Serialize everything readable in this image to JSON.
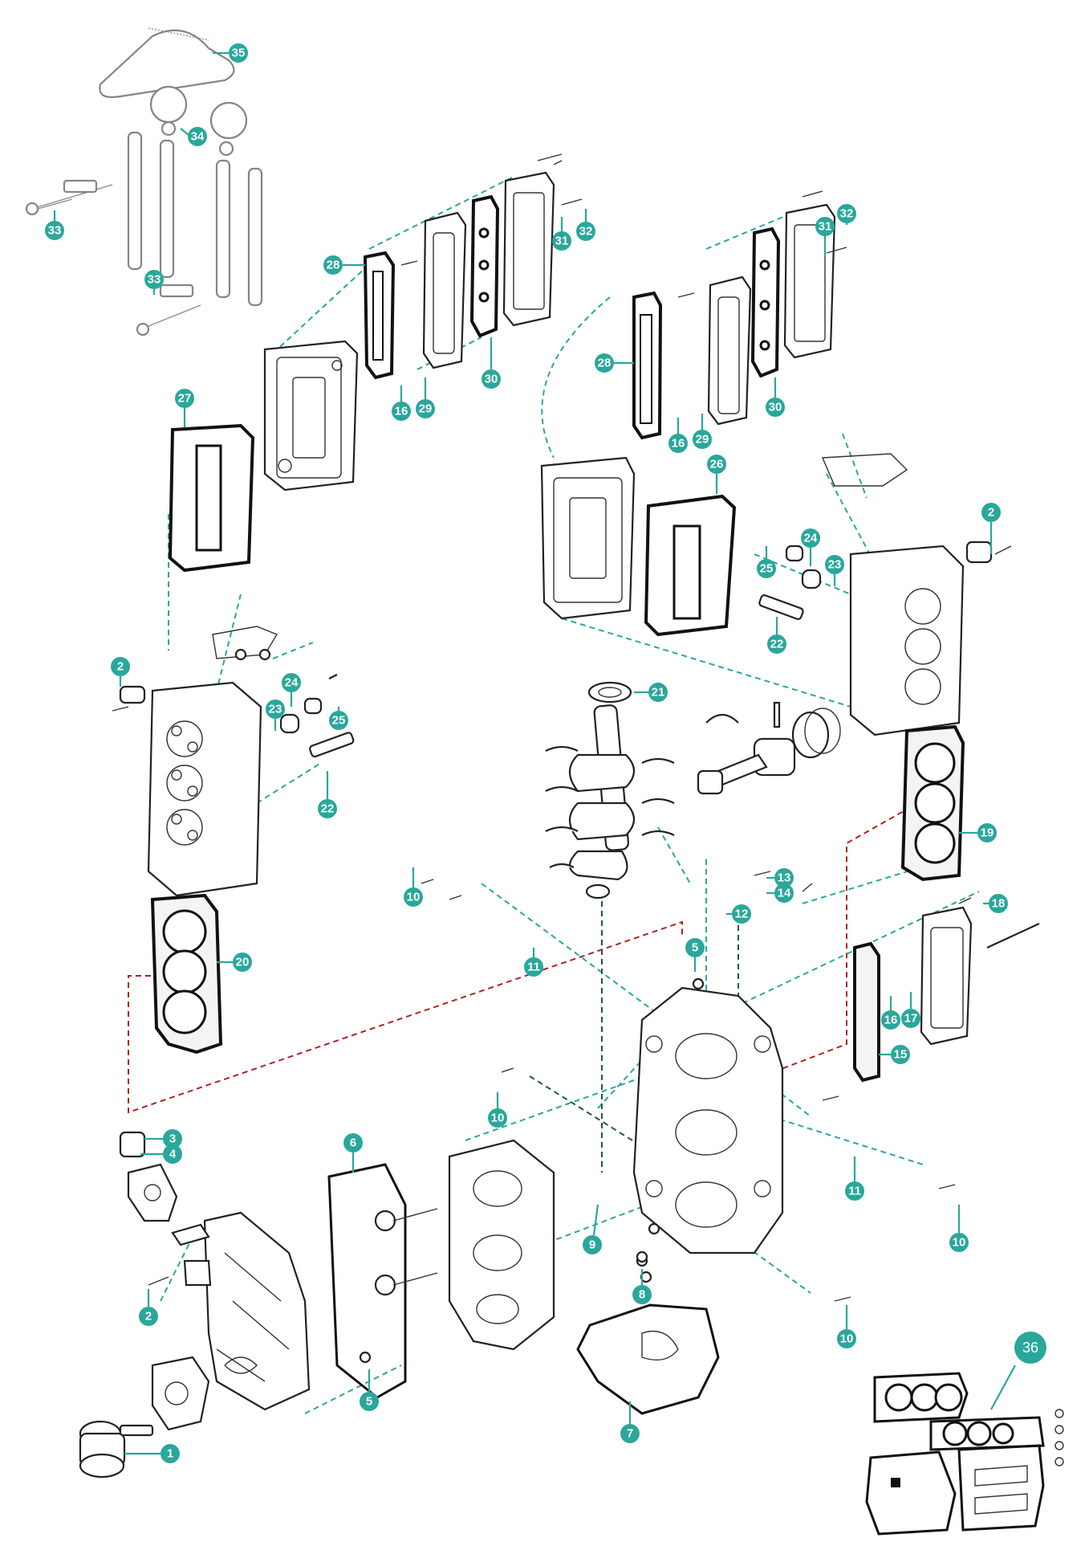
{
  "diagram": {
    "accent_color": "#2aa79b",
    "reference_line_color": "#b22222",
    "callout_labels": {
      "c1": "1",
      "c2a": "2",
      "c2b": "2",
      "c2c": "2",
      "c3": "3",
      "c4": "4",
      "c5a": "5",
      "c5b": "5",
      "c6": "6",
      "c7": "7",
      "c8": "8",
      "c9": "9",
      "c10a": "10",
      "c10b": "10",
      "c10c": "10",
      "c10d": "10",
      "c11a": "11",
      "c11b": "11",
      "c12": "12",
      "c13": "13",
      "c14": "14",
      "c15": "15",
      "c16a": "16",
      "c16b": "16",
      "c16c": "16",
      "c17": "17",
      "c18": "18",
      "c19": "19",
      "c20": "20",
      "c21": "21",
      "c22a": "22",
      "c22b": "22",
      "c23a": "23",
      "c23b": "23",
      "c24a": "24",
      "c24b": "24",
      "c25a": "25",
      "c25b": "25",
      "c26": "26",
      "c27": "27",
      "c28a": "28",
      "c28b": "28",
      "c29a": "29",
      "c29b": "29",
      "c30a": "30",
      "c30b": "30",
      "c31a": "31",
      "c31b": "31",
      "c32a": "32",
      "c32b": "32",
      "c33a": "33",
      "c33b": "33",
      "c34": "34",
      "c35": "35",
      "c36": "36"
    }
  }
}
